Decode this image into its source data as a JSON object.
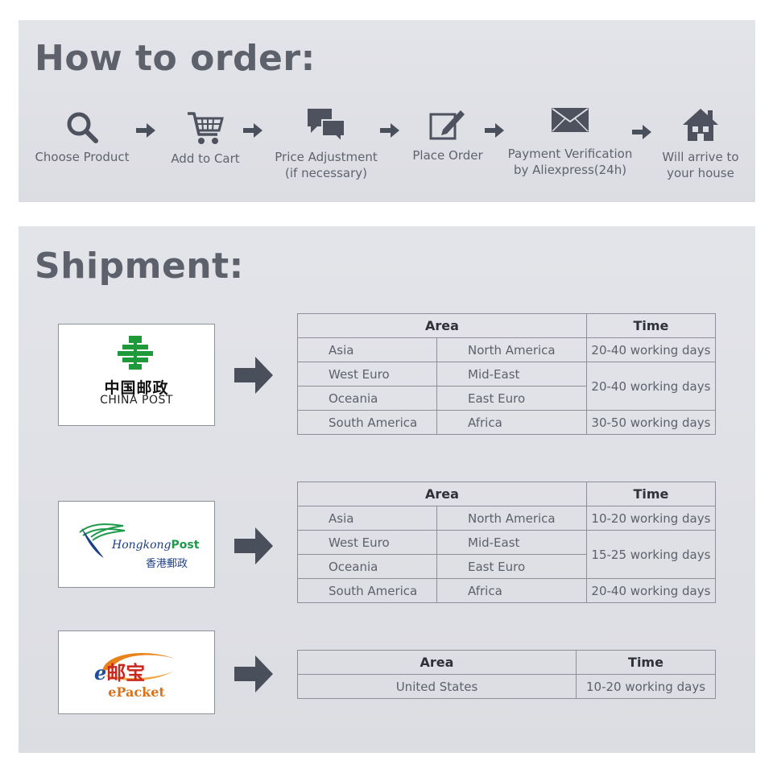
{
  "order": {
    "title": "How to order:",
    "steps": [
      {
        "label": "Choose Product",
        "icon": "magnifier-icon"
      },
      {
        "label": "Add to Cart",
        "icon": "cart-icon"
      },
      {
        "label": "Price Adjustment\n(if necessary)",
        "icon": "chat-bubbles-icon"
      },
      {
        "label": "Place Order",
        "icon": "edit-pencil-icon"
      },
      {
        "label": "Payment Verification\nby Aliexpress(24h)",
        "icon": "envelope-icon"
      },
      {
        "label": "Will arrive to\nyour house",
        "icon": "house-icon"
      }
    ]
  },
  "shipment": {
    "title": "Shipment:",
    "carriers": [
      {
        "name_cn": "中国邮政",
        "name_en": "CHINA POST",
        "header_area": "Area",
        "header_time": "Time",
        "rows": [
          {
            "a": "Asia",
            "b": "North America",
            "time": "20-40 working days"
          },
          {
            "a": "West Euro",
            "b": "Mid-East",
            "time": "20-40 working days"
          },
          {
            "a": "Oceania",
            "b": "East Euro"
          },
          {
            "a": "South America",
            "b": "Africa",
            "time": "30-50 working days"
          }
        ]
      },
      {
        "name_en_1": "Hongkong",
        "name_en_2": "Post",
        "name_cn": "香港郵政",
        "header_area": "Area",
        "header_time": "Time",
        "rows": [
          {
            "a": "Asia",
            "b": "North America",
            "time": "10-20 working days"
          },
          {
            "a": "West Euro",
            "b": "Mid-East",
            "time": "15-25 working days"
          },
          {
            "a": "Oceania",
            "b": "East Euro"
          },
          {
            "a": "South America",
            "b": "Africa",
            "time": "20-40 working days"
          }
        ]
      },
      {
        "logo_e": "e",
        "logo_cn": "邮宝",
        "name_en": "ePacket",
        "header_area": "Area",
        "header_time": "Time",
        "area": "United States",
        "time": "10-20 working days"
      }
    ]
  },
  "colors": {
    "panel": "#dfe0e5",
    "title": "#5d616b",
    "arrow": "#4a4f5c",
    "china_post_green": "#1f9a3a",
    "epacket_orange": "#e8831b",
    "epacket_red": "#c8281e",
    "hk_blue": "#1d3f8a"
  }
}
